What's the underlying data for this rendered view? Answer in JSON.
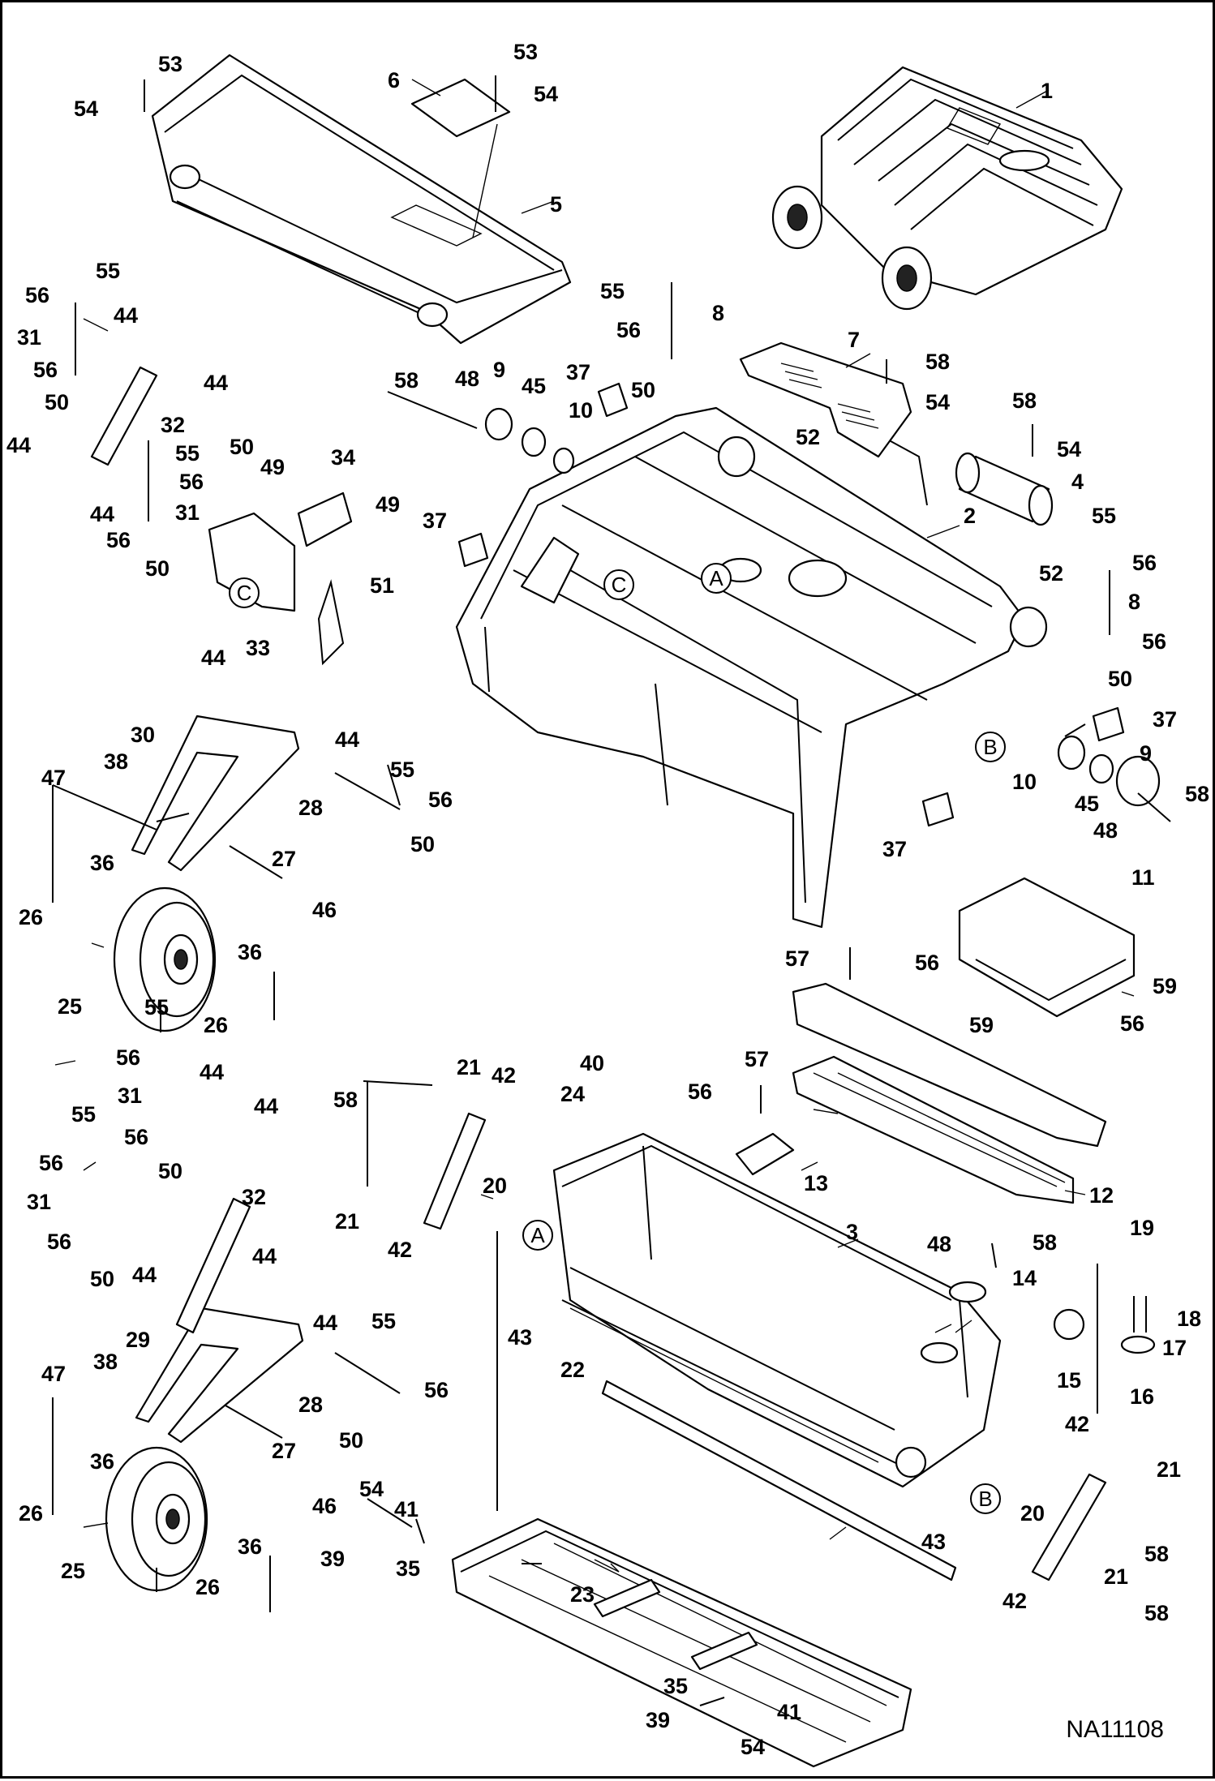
{
  "drawing_number": "NA11108",
  "view_marks": [
    "A",
    "B",
    "C"
  ],
  "callouts": [
    "1",
    "2",
    "3",
    "4",
    "5",
    "6",
    "7",
    "8",
    "9",
    "10",
    "11",
    "12",
    "13",
    "14",
    "15",
    "16",
    "17",
    "18",
    "19",
    "20",
    "21",
    "22",
    "23",
    "24",
    "25",
    "26",
    "27",
    "28",
    "29",
    "30",
    "31",
    "32",
    "33",
    "34",
    "35",
    "36",
    "37",
    "38",
    "39",
    "40",
    "41",
    "42",
    "43",
    "44",
    "45",
    "46",
    "47",
    "48",
    "49",
    "50",
    "51",
    "52",
    "53",
    "54",
    "55",
    "56",
    "57",
    "58",
    "59"
  ]
}
